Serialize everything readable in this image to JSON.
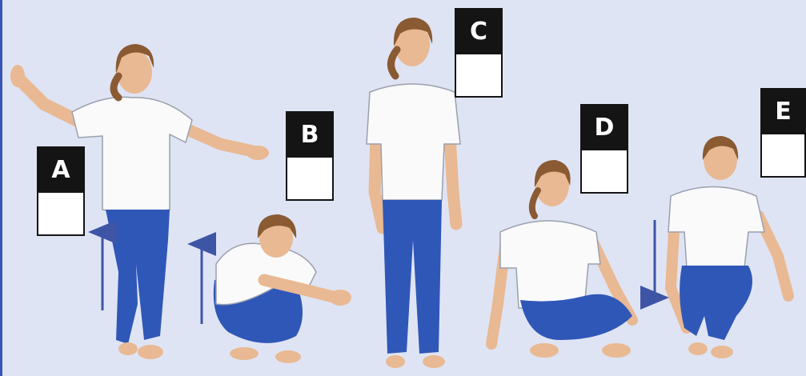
{
  "labels": {
    "a": "A",
    "b": "B",
    "c": "C",
    "d": "D",
    "e": "E"
  },
  "colors": {
    "background": "#dfe4f4",
    "border": "#3a55b8",
    "label_header": "#141414",
    "answer_box": "#ffffff",
    "arrow": "#3e55a6",
    "shirt": "#fafafa",
    "pants": "#2f57b8",
    "skin": "#e9b993",
    "hair": "#8a5a33"
  },
  "figures": [
    {
      "pose": "standing-on-one-leg-arms-out",
      "arrow": "up"
    },
    {
      "pose": "crouching-hugging-knees",
      "arrow": "up"
    },
    {
      "pose": "standing-upright",
      "arrow": "none"
    },
    {
      "pose": "sitting-cross-legged",
      "arrow": "none"
    },
    {
      "pose": "squatting-down",
      "arrow": "down"
    }
  ]
}
